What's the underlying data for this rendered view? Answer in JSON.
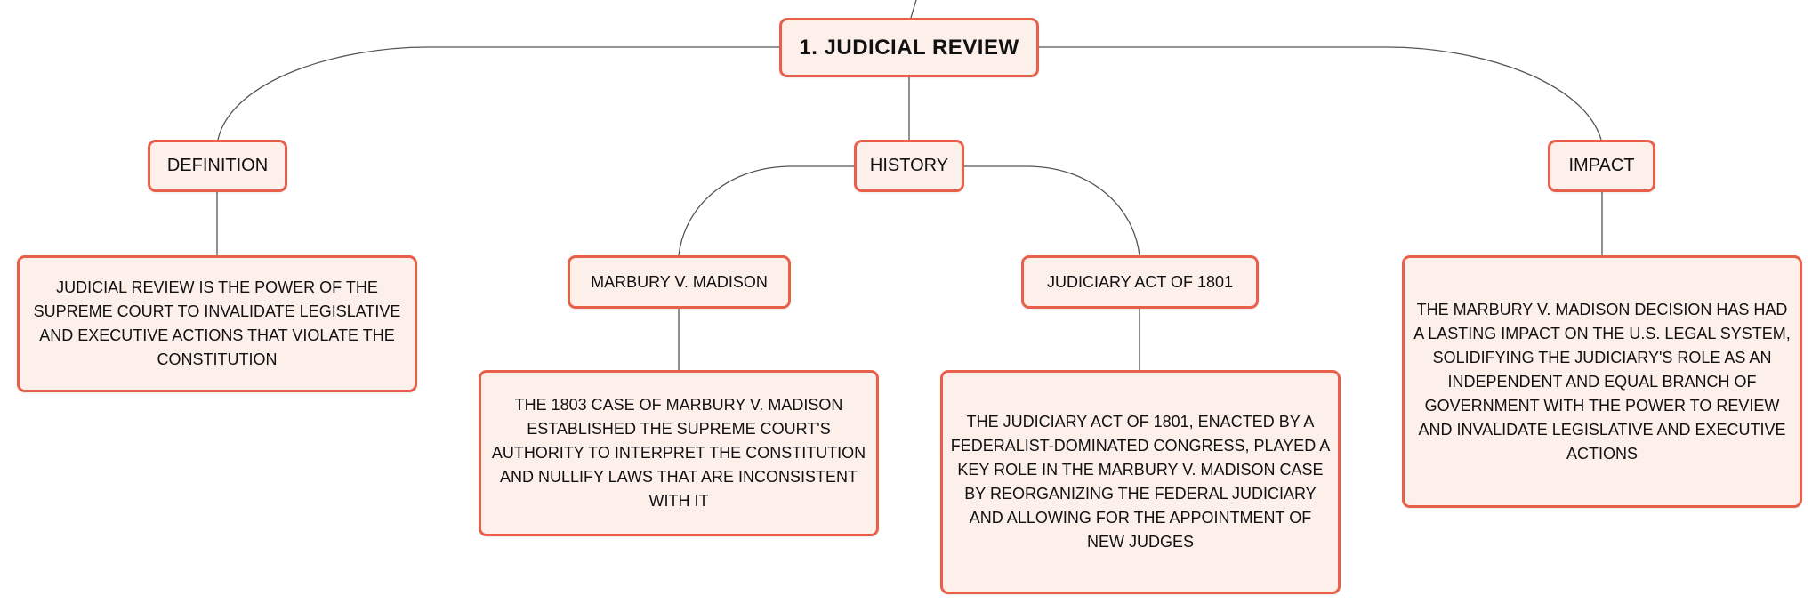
{
  "colors": {
    "node_fill": "#fdefea",
    "node_border": "#e8604a",
    "connector": "#555555",
    "text": "#111111"
  },
  "root": {
    "label": "1. JUDICIAL REVIEW"
  },
  "branches": {
    "definition": {
      "label": "DEFINITION",
      "text": "JUDICIAL REVIEW IS THE POWER OF THE SUPREME COURT TO INVALIDATE LEGISLATIVE AND EXECUTIVE ACTIONS THAT VIOLATE THE CONSTITUTION"
    },
    "history": {
      "label": "HISTORY",
      "marbury": {
        "label": "MARBURY V. MADISON",
        "text": "THE 1803 CASE OF MARBURY V. MADISON ESTABLISHED THE SUPREME COURT'S AUTHORITY TO INTERPRET THE CONSTITUTION AND NULLIFY LAWS THAT ARE INCONSISTENT WITH IT"
      },
      "judiciary_act": {
        "label": "JUDICIARY ACT OF 1801",
        "text": "THE JUDICIARY ACT OF 1801, ENACTED BY A FEDERALIST-DOMINATED CONGRESS, PLAYED A KEY ROLE IN THE MARBURY V. MADISON CASE BY REORGANIZING THE FEDERAL JUDICIARY AND ALLOWING FOR THE APPOINTMENT OF NEW JUDGES"
      }
    },
    "impact": {
      "label": "IMPACT",
      "text": "THE MARBURY V. MADISON DECISION HAS HAD A LASTING IMPACT ON THE U.S. LEGAL SYSTEM, SOLIDIFYING THE JUDICIARY'S ROLE AS AN INDEPENDENT AND EQUAL BRANCH OF GOVERNMENT WITH THE POWER TO REVIEW AND INVALIDATE LEGISLATIVE AND EXECUTIVE ACTIONS"
    }
  }
}
